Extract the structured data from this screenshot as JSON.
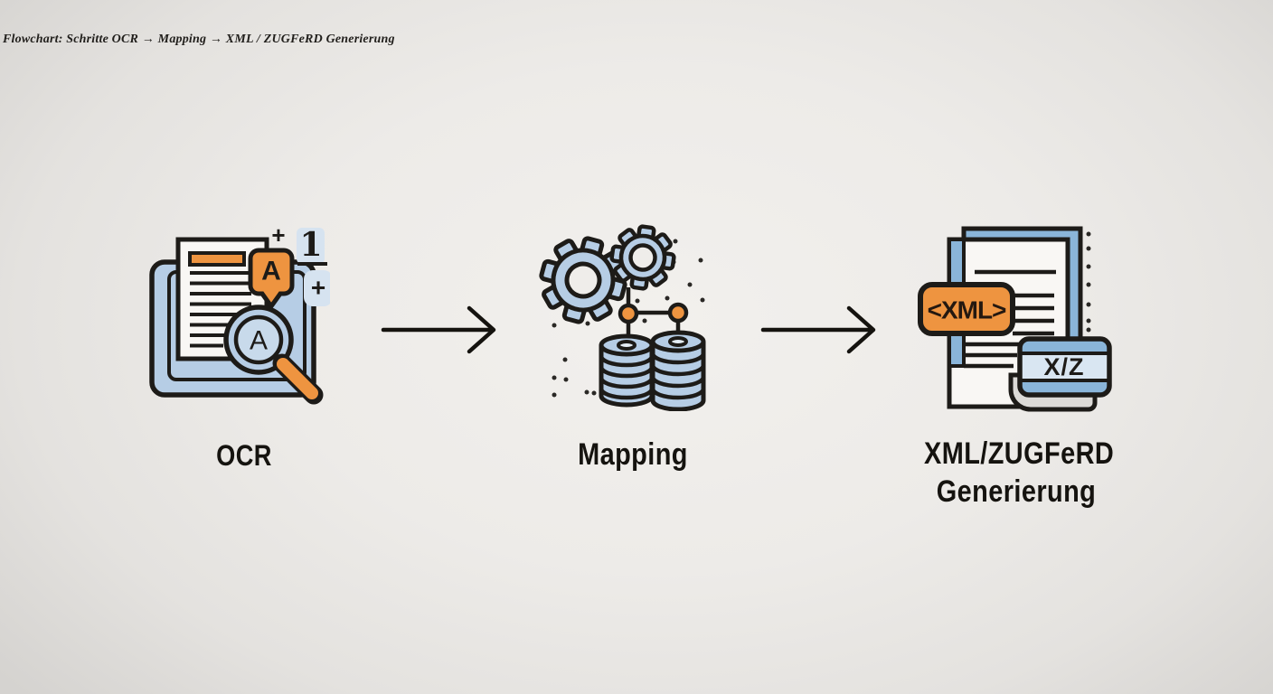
{
  "title": "Flowchart: Schritte OCR → Mapping → XML / ZUGFeRD Generierung",
  "steps": [
    {
      "label": "OCR",
      "icon": "document-scan-magnifier-icon"
    },
    {
      "label": "Mapping",
      "icon": "gears-database-icon"
    },
    {
      "label": "XML/ZUGFeRD Generierung",
      "label_lines": [
        "XML/ZUGFeRD",
        "Generierung"
      ],
      "icon": "xml-document-badge-icon"
    }
  ],
  "icon_text": {
    "ocr_bubble_letter": "A",
    "ocr_magnifier_letter": "A",
    "ocr_number": "1",
    "ocr_plus_top": "+",
    "ocr_plus_bottom": "+",
    "xml_tag_label": "<XML>",
    "xz_badge_label": "X/Z"
  },
  "colors": {
    "background_center": "#f1efec",
    "background_edge": "#d6d4d1",
    "outline": "#1d1b18",
    "orange": "#ee9440",
    "light_blue": "#b6cde5",
    "pale_blue": "#d6e3f0",
    "medium_blue": "#8ab5d9",
    "paper": "#f9f7f4",
    "text": "#15130f"
  }
}
